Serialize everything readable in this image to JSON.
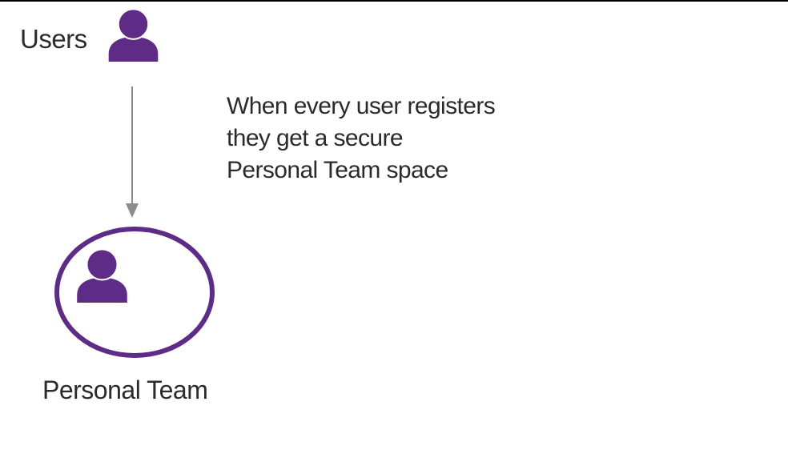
{
  "canvas": {
    "background": "#FFFFFF",
    "top_border_color": "#000000",
    "text_color": "#2B2B2B"
  },
  "users": {
    "label": "Users",
    "icon": "user-icon",
    "icon_color": "#5E2B87"
  },
  "arrow": {
    "icon": "arrow-down-icon",
    "direction": "down",
    "color": "#8C8C8C"
  },
  "annotation": {
    "lines": [
      "When every user registers",
      "they get a secure",
      "Personal Team space"
    ]
  },
  "personal_team": {
    "label": "Personal Team",
    "icon": "user-icon",
    "icon_color": "#5E2B87",
    "ellipse_color": "#5E2B87"
  }
}
